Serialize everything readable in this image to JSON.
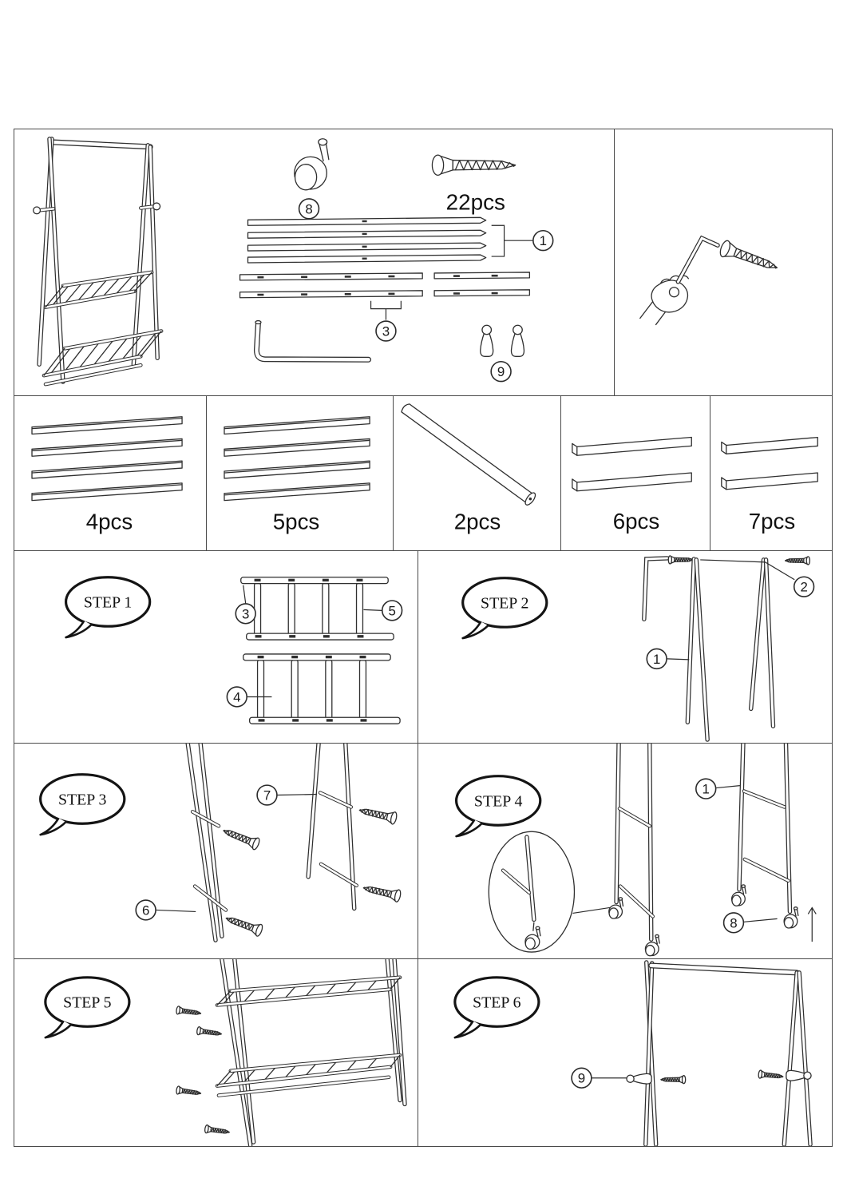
{
  "colors": {
    "background": "#ffffff",
    "line": "#2f2f2f",
    "panel_border": "#4a4a4a"
  },
  "overview": {
    "caster_callout": "8",
    "screw_qty": "22pcs",
    "pole_callout": "1",
    "rail_callout": "3",
    "hook_callout": "9"
  },
  "quantities": [
    {
      "label": "4pcs"
    },
    {
      "label": "5pcs"
    },
    {
      "label": "2pcs"
    },
    {
      "label": "6pcs"
    },
    {
      "label": "7pcs"
    }
  ],
  "steps": [
    {
      "label": "STEP 1",
      "callouts": {
        "rail": "3",
        "slat_upper": "5",
        "slat_lower": "4"
      }
    },
    {
      "label": "STEP 2",
      "callouts": {
        "screw": "2",
        "pole": "1"
      }
    },
    {
      "label": "STEP 3",
      "callouts": {
        "upper_bar": "7",
        "lower_bar": "6"
      }
    },
    {
      "label": "STEP 4",
      "callouts": {
        "pole": "1",
        "caster": "8"
      }
    },
    {
      "label": "STEP 5",
      "callouts": {}
    },
    {
      "label": "STEP 6",
      "callouts": {
        "hook": "9"
      }
    }
  ]
}
